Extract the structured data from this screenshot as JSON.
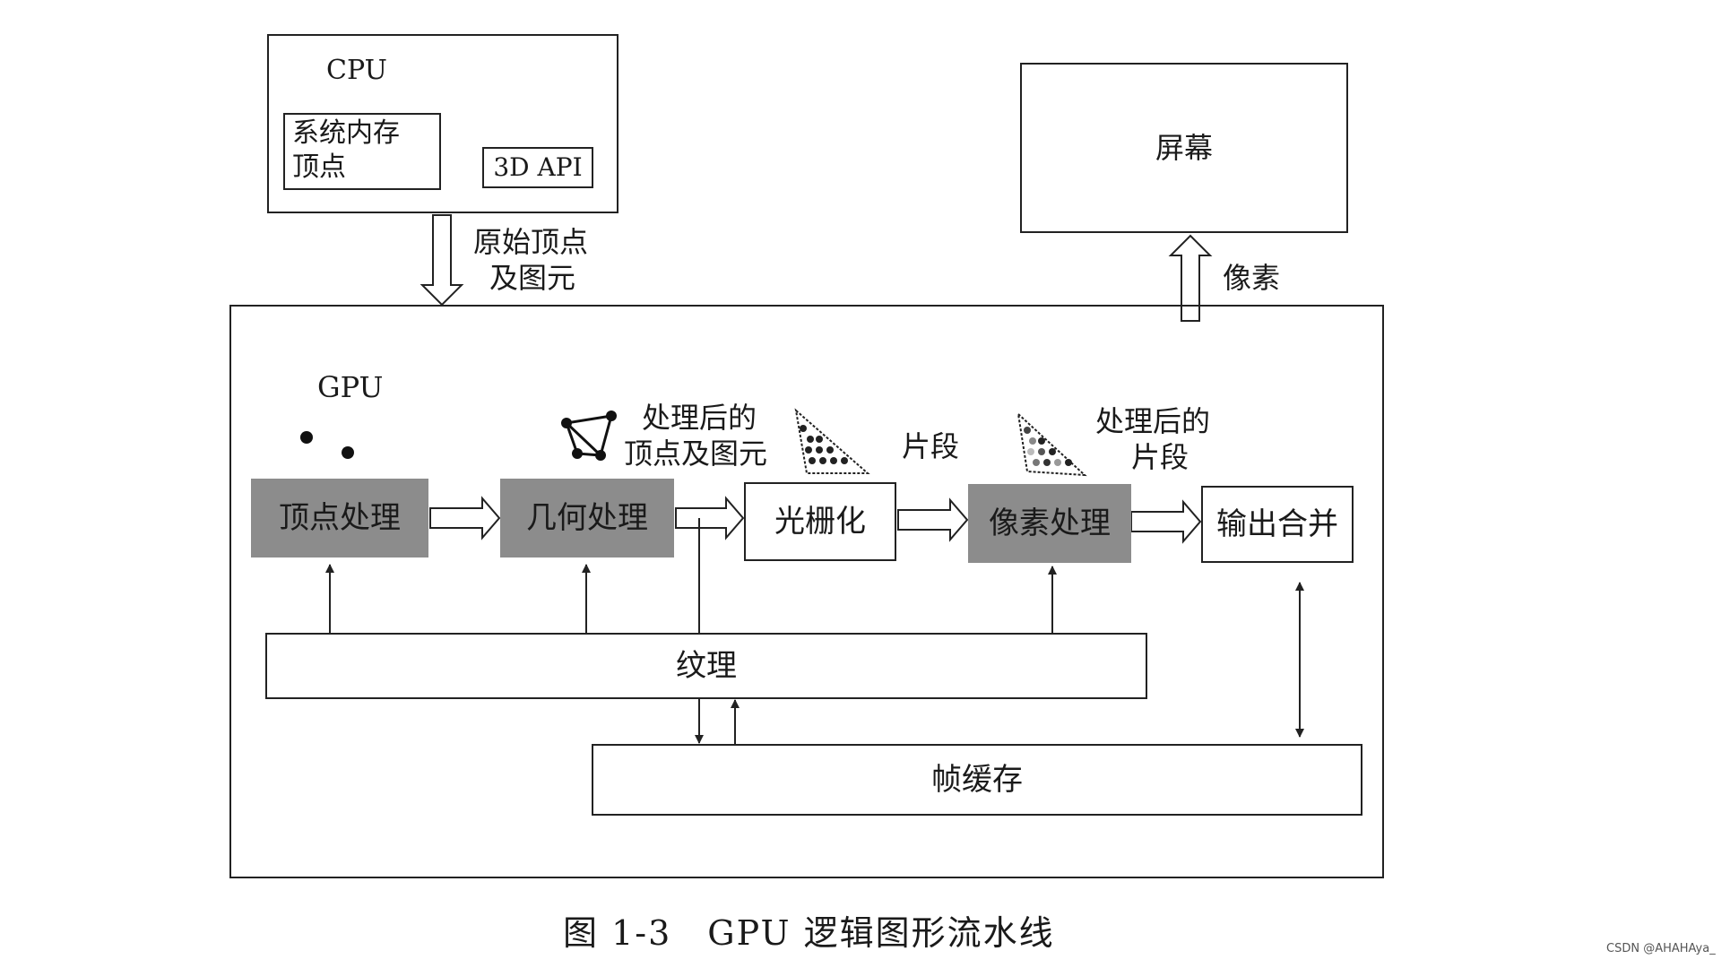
{
  "cpu": {
    "label": "CPU",
    "memory_line1": "系统内存",
    "memory_line2": "顶点",
    "api": "3D API"
  },
  "arrows": {
    "cpu_to_gpu_line1": "原始顶点",
    "cpu_to_gpu_line2": "及图元",
    "gpu_to_screen": "像素"
  },
  "screen": {
    "label": "屏幕"
  },
  "gpu": {
    "label": "GPU",
    "stages": {
      "vertex": "顶点处理",
      "geometry": "几何处理",
      "raster": "光栅化",
      "pixel": "像素处理",
      "merge": "输出合并"
    },
    "annotations": {
      "processed_vertices_line1": "处理后的",
      "processed_vertices_line2": "顶点及图元",
      "fragments": "片段",
      "processed_fragments_line1": "处理后的",
      "processed_fragments_line2": "片段"
    },
    "texture": "纹理",
    "framebuffer": "帧缓存"
  },
  "caption": "图 1-3　GPU 逻辑图形流水线",
  "watermark": "CSDN @AHAHAya_",
  "colors": {
    "shaded_stage": "#8c8c8c",
    "line": "#222222"
  }
}
